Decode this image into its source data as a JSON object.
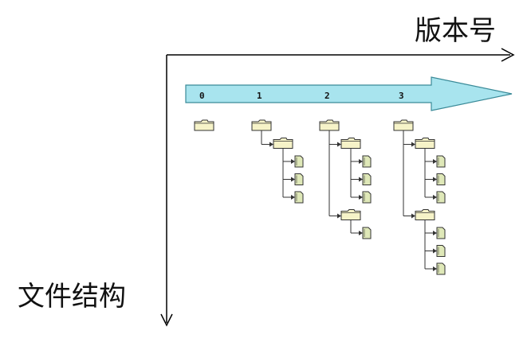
{
  "x_axis": {
    "label": "版本号"
  },
  "y_axis": {
    "label": "文件结构"
  },
  "versions": [
    {
      "label": "0",
      "tree": [
        {
          "type": "folder"
        }
      ]
    },
    {
      "label": "1",
      "tree": [
        {
          "type": "folder",
          "children": [
            {
              "type": "folder",
              "children": [
                {
                  "type": "file"
                },
                {
                  "type": "file"
                },
                {
                  "type": "file"
                }
              ]
            }
          ]
        }
      ]
    },
    {
      "label": "2",
      "tree": [
        {
          "type": "folder",
          "children": [
            {
              "type": "folder",
              "children": [
                {
                  "type": "file"
                },
                {
                  "type": "file"
                },
                {
                  "type": "file"
                }
              ]
            },
            {
              "type": "folder",
              "children": [
                {
                  "type": "file"
                }
              ]
            }
          ]
        }
      ]
    },
    {
      "label": "3",
      "tree": [
        {
          "type": "folder",
          "children": [
            {
              "type": "folder",
              "children": [
                {
                  "type": "file"
                },
                {
                  "type": "file"
                },
                {
                  "type": "file"
                }
              ]
            },
            {
              "type": "folder",
              "children": [
                {
                  "type": "file"
                },
                {
                  "type": "file"
                },
                {
                  "type": "file"
                }
              ]
            }
          ]
        }
      ]
    }
  ],
  "colors": {
    "version_arrow_fill": "#a8e4ee",
    "version_arrow_stroke": "#3a8a98",
    "folder_fill": "#f6f3c8",
    "file_fill": "#dfe8b8",
    "icon_stroke": "#333333",
    "axis_line": "#000000"
  }
}
